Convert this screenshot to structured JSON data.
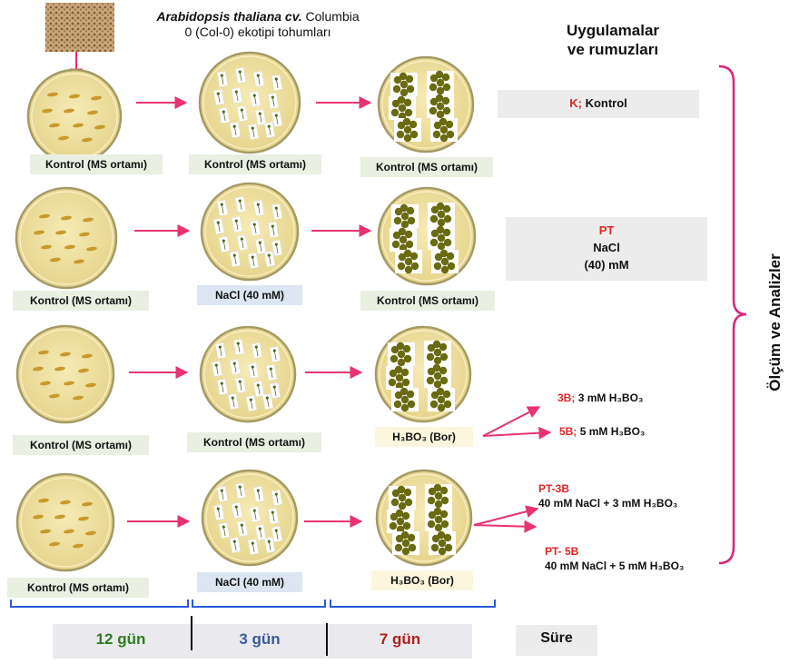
{
  "title": {
    "species_italic": "Arabidopsis thaliana cv.",
    "species_rest": "Columbia",
    "line2": "0 (Col-0) ekotipi tohumları"
  },
  "header_right": {
    "line1": "Uygulamalar",
    "line2": "ve rumuzları"
  },
  "vertical_label": "Ölçüm ve Analizler",
  "plate_labels": {
    "kontrol": "Kontrol (MS ortamı)",
    "nacl": "NaCl (40 mM)",
    "h3bo3": "H₃BO₃ (Bor)"
  },
  "treatments": {
    "k_code": "K;",
    "k_text": "Kontrol",
    "pt_code": "PT",
    "pt_line2": "NaCl",
    "pt_line3": "(40) mM",
    "b3_code": "3B;",
    "b3_text": "3 mM H₃BO₃",
    "b5_code": "5B;",
    "b5_text": "5 mM H₃BO₃",
    "pt3b_code": "PT-3B",
    "pt3b_text": "40 mM NaCl + 3 mM H₃BO₃",
    "pt5b_code": "PT- 5B",
    "pt5b_text": "40 mM NaCl + 5 mM H₃BO₃"
  },
  "durations": {
    "d1": "12 gün",
    "d2": "3 gün",
    "d3": "7 gün",
    "label": "Süre"
  },
  "colors": {
    "arrow": "#e8336e",
    "plate_fill": "#f1e4a3",
    "plate_rim": "#a49a66",
    "seed": "#c79a2c",
    "rosette": "#6a6a10",
    "timeline": "#2a5bd7",
    "red_code": "#e02424",
    "green_day": "#2e7d1e",
    "blue_day": "#3a5a9a",
    "red_day": "#b0201a"
  }
}
